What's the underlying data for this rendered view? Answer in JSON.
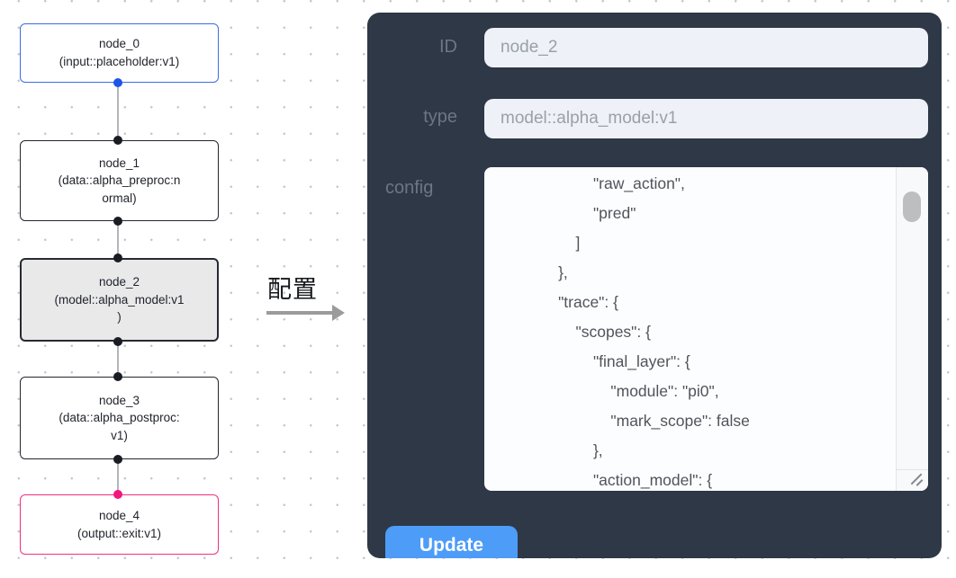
{
  "canvas": {
    "nodes": [
      {
        "name": "node_0",
        "type": "(input::placeholder:v1)",
        "state": "input"
      },
      {
        "name": "node_1",
        "type": "(data::alpha_preproc:n\normal)",
        "state": "default"
      },
      {
        "name": "node_2",
        "type": "(model::alpha_model:v1\n)",
        "state": "selected"
      },
      {
        "name": "node_3",
        "type": "(data::alpha_postproc:\nv1)",
        "state": "default"
      },
      {
        "name": "node_4",
        "type": "(output::exit:v1)",
        "state": "output"
      }
    ]
  },
  "annotation": {
    "label": "配置"
  },
  "panel": {
    "id_field": {
      "label": "ID",
      "value": "node_2"
    },
    "type_field": {
      "label": "type",
      "value": "model::alpha_model:v1"
    },
    "config_field": {
      "label": "config"
    },
    "config_text": "                      \"raw_action\",\n                      \"pred\"\n                  ]\n              },\n              \"trace\": {\n                  \"scopes\": {\n                      \"final_layer\": {\n                          \"module\": \"pi0\",\n                          \"mark_scope\": false\n                      },\n                      \"action_model\": {",
    "update_button": "Update"
  },
  "colors": {
    "panel_bg": "#2e3846",
    "field_bg": "#eef1f7",
    "field_text": "#99a0aa",
    "label_text": "#6e7683",
    "config_text": "#50545b",
    "button_bg": "#4d9cf8",
    "button_text": "#ffffff",
    "node_border_default": "#23262e",
    "node_border_input": "#3a6ee2",
    "node_border_output": "#ef2f80",
    "node_selected_bg": "#e9e9ea",
    "port_blue": "#1d55e6",
    "port_dark": "#1a1c23",
    "port_pink": "#f1177c",
    "edge_gray": "#b4b5b8",
    "arrow_gray": "#9b9b9b",
    "dot_grid": "#c6c7ca"
  }
}
